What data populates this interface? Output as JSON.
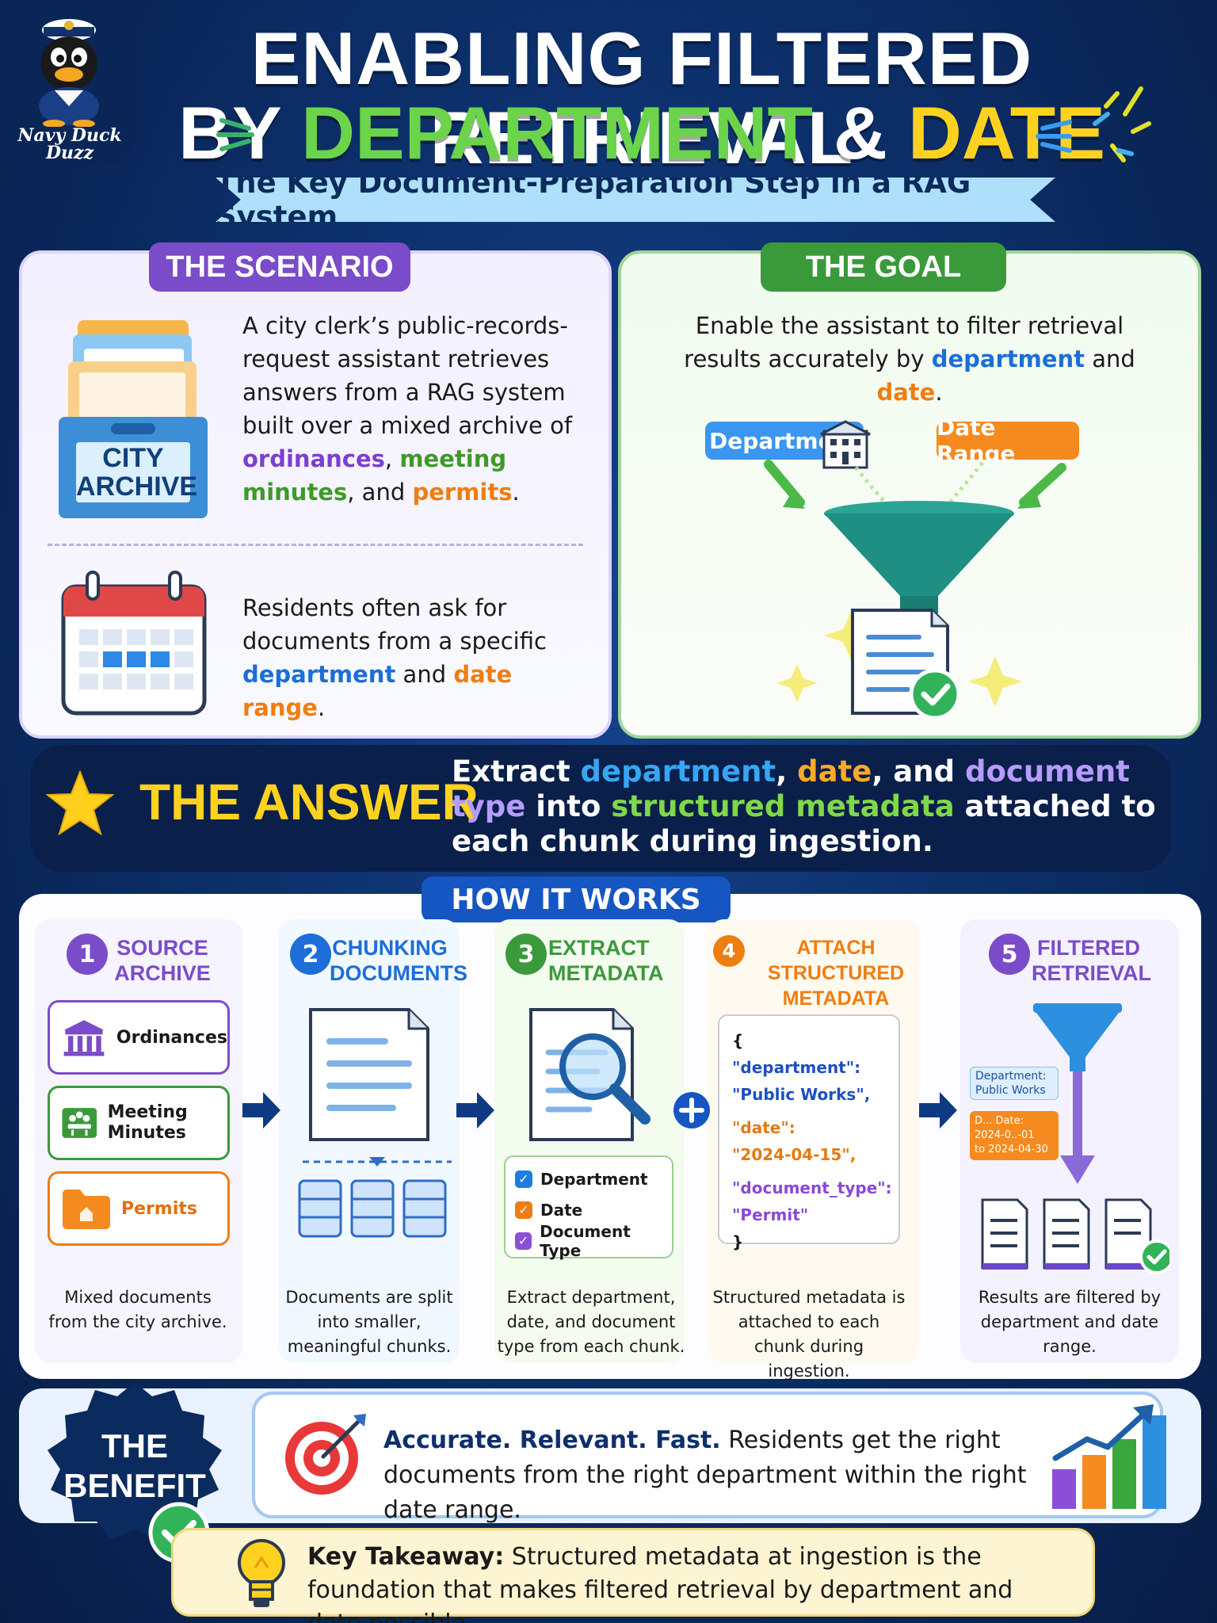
{
  "logo": {
    "text": "Navy Duck Duzz"
  },
  "header": {
    "title_line1": "ENABLING FILTERED RETRIEVAL",
    "title_by": "BY",
    "title_department": "DEPARTMENT",
    "title_amp": "&",
    "title_date": "DATE",
    "subtitle": "The Key Document-Preparation Step in a RAG System"
  },
  "scenario": {
    "tab": "THE SCENARIO",
    "archive_label_1": "CITY",
    "archive_label_2": "ARCHIVE",
    "p1_a": "A city clerk’s public-records-request assistant retrieves answers from a RAG system built over a mixed archive of",
    "p1_ordinances": "ordinances",
    "p1_comma1": ", ",
    "p1_minutes": "meeting minutes",
    "p1_comma2": ",",
    "p1_and": " and ",
    "p1_permits": "permits",
    "p1_end": ".",
    "p2_a": "Residents often ask for documents from a specific",
    "p2_department": "department",
    "p2_and": " and ",
    "p2_range": "date range",
    "p2_end": "."
  },
  "goal": {
    "tab": "THE GOAL",
    "text_a": "Enable the assistant to filter retrieval results accurately by",
    "text_department": "department",
    "text_and": "and",
    "text_date": "date",
    "text_end": ".",
    "tag_department": "Department",
    "tag_date_range": "Date Range"
  },
  "answer": {
    "label": "THE ANSWER",
    "t1": "Extract ",
    "department": "department",
    "t2": ", ",
    "date": "date",
    "t3": ", and ",
    "doctype": "document type",
    "t4": " into ",
    "structured": "structured metadata",
    "t5": " attached to each chunk during ingestion."
  },
  "how": {
    "tab": "HOW IT WORKS",
    "steps": [
      {
        "num": "1",
        "title_1": "SOURCE",
        "title_2": "ARCHIVE",
        "desc": "Mixed documents from the city archive.",
        "color": "#7b4cc9"
      },
      {
        "num": "2",
        "title_1": "CHUNKING",
        "title_2": "DOCUMENTS",
        "desc": "Documents are split into smaller, meaningful chunks.",
        "color": "#1d6ed8"
      },
      {
        "num": "3",
        "title_1": "EXTRACT",
        "title_2": "METADATA",
        "desc": "Extract department, date, and document type from each chunk.",
        "color": "#3a9a3b"
      },
      {
        "num": "4",
        "title_1": "ATTACH STRUCTURED",
        "title_2": "METADATA",
        "desc": "Structured metadata is attached to each chunk during ingestion.",
        "color": "#f07d10"
      },
      {
        "num": "5",
        "title_1": "FILTERED",
        "title_2": "RETRIEVAL",
        "desc": "Results are filtered by department and date range.",
        "color": "#7b4cc9"
      }
    ],
    "sources": [
      {
        "label": "Ordinances"
      },
      {
        "label": "Meeting Minutes"
      },
      {
        "label": "Permits"
      }
    ],
    "checks": [
      {
        "label": "Department",
        "color": "#1d7ee0"
      },
      {
        "label": "Date",
        "color": "#f07d10"
      },
      {
        "label": "Document Type",
        "color": "#8a4fd6"
      }
    ],
    "json": {
      "open": "{",
      "k1": "\"department\":",
      "v1": "\"Public Works\",",
      "k2": "\"date\":",
      "v2": "\"2024-04-15\",",
      "k3": "\"document_type\":",
      "v3": "\"Permit\"",
      "close": "}"
    },
    "mini_department": "Department: Public Works",
    "mini_date_1": "D... Date:",
    "mini_date_2": "2024-0..-01",
    "mini_date_3": "to 2024-04-30"
  },
  "benefit": {
    "label_1": "THE",
    "label_2": "BENEFIT",
    "bold": "Accurate. Relevant. Fast.",
    "text": " Residents get the right documents from the right department within the right date range."
  },
  "takeaway": {
    "bold": "Key Takeaway:",
    "text": " Structured metadata at ingestion is the foundation that makes filtered retrieval by department and date possible."
  },
  "colors": {
    "navy": "#0c2f6a",
    "purple": "#7a4cc9",
    "green": "#3a9a3b",
    "orange": "#f07d10",
    "blue": "#1a6fd6",
    "yellow": "#ffd21f"
  }
}
